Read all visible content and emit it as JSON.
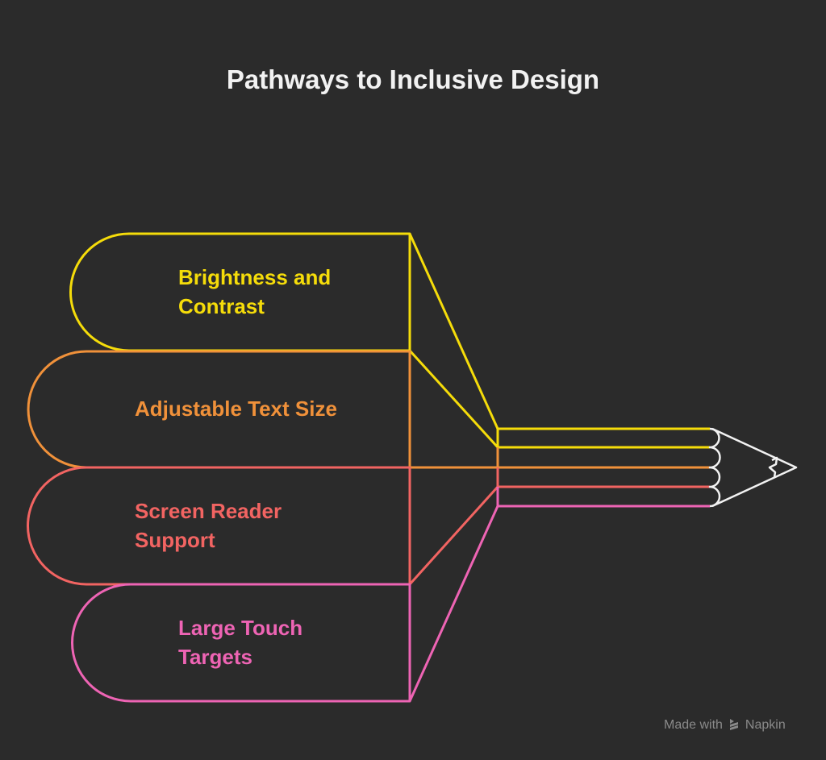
{
  "title": "Pathways to Inclusive Design",
  "items": [
    {
      "label_line1": "Brightness and",
      "label_line2": "Contrast",
      "color": "#f5dc0a"
    },
    {
      "label_line1": "Adjustable Text Size",
      "label_line2": "",
      "color": "#f0913a"
    },
    {
      "label_line1": "Screen Reader",
      "label_line2": "Support",
      "color": "#f26462"
    },
    {
      "label_line1": "Large Touch",
      "label_line2": "Targets",
      "color": "#ee64b4"
    }
  ],
  "watermark": {
    "prefix": "Made with",
    "brand": "Napkin",
    "icon": "napkin-logo-icon"
  }
}
